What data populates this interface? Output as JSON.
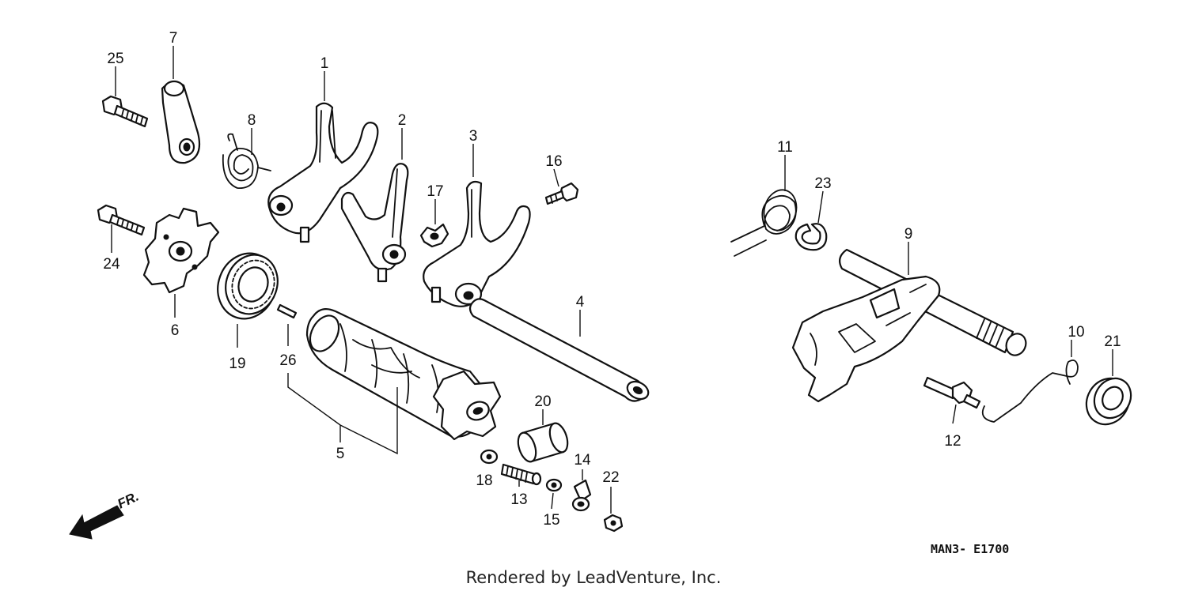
{
  "diagram": {
    "callouts": [
      "1",
      "2",
      "3",
      "4",
      "5",
      "6",
      "7",
      "8",
      "9",
      "10",
      "11",
      "12",
      "13",
      "14",
      "15",
      "16",
      "17",
      "18",
      "19",
      "20",
      "21",
      "22",
      "23",
      "24",
      "25",
      "26"
    ],
    "front_indicator": "FR.",
    "diagram_code": "MAN3- E1700",
    "credit": "Rendered by LeadVenture, Inc."
  }
}
